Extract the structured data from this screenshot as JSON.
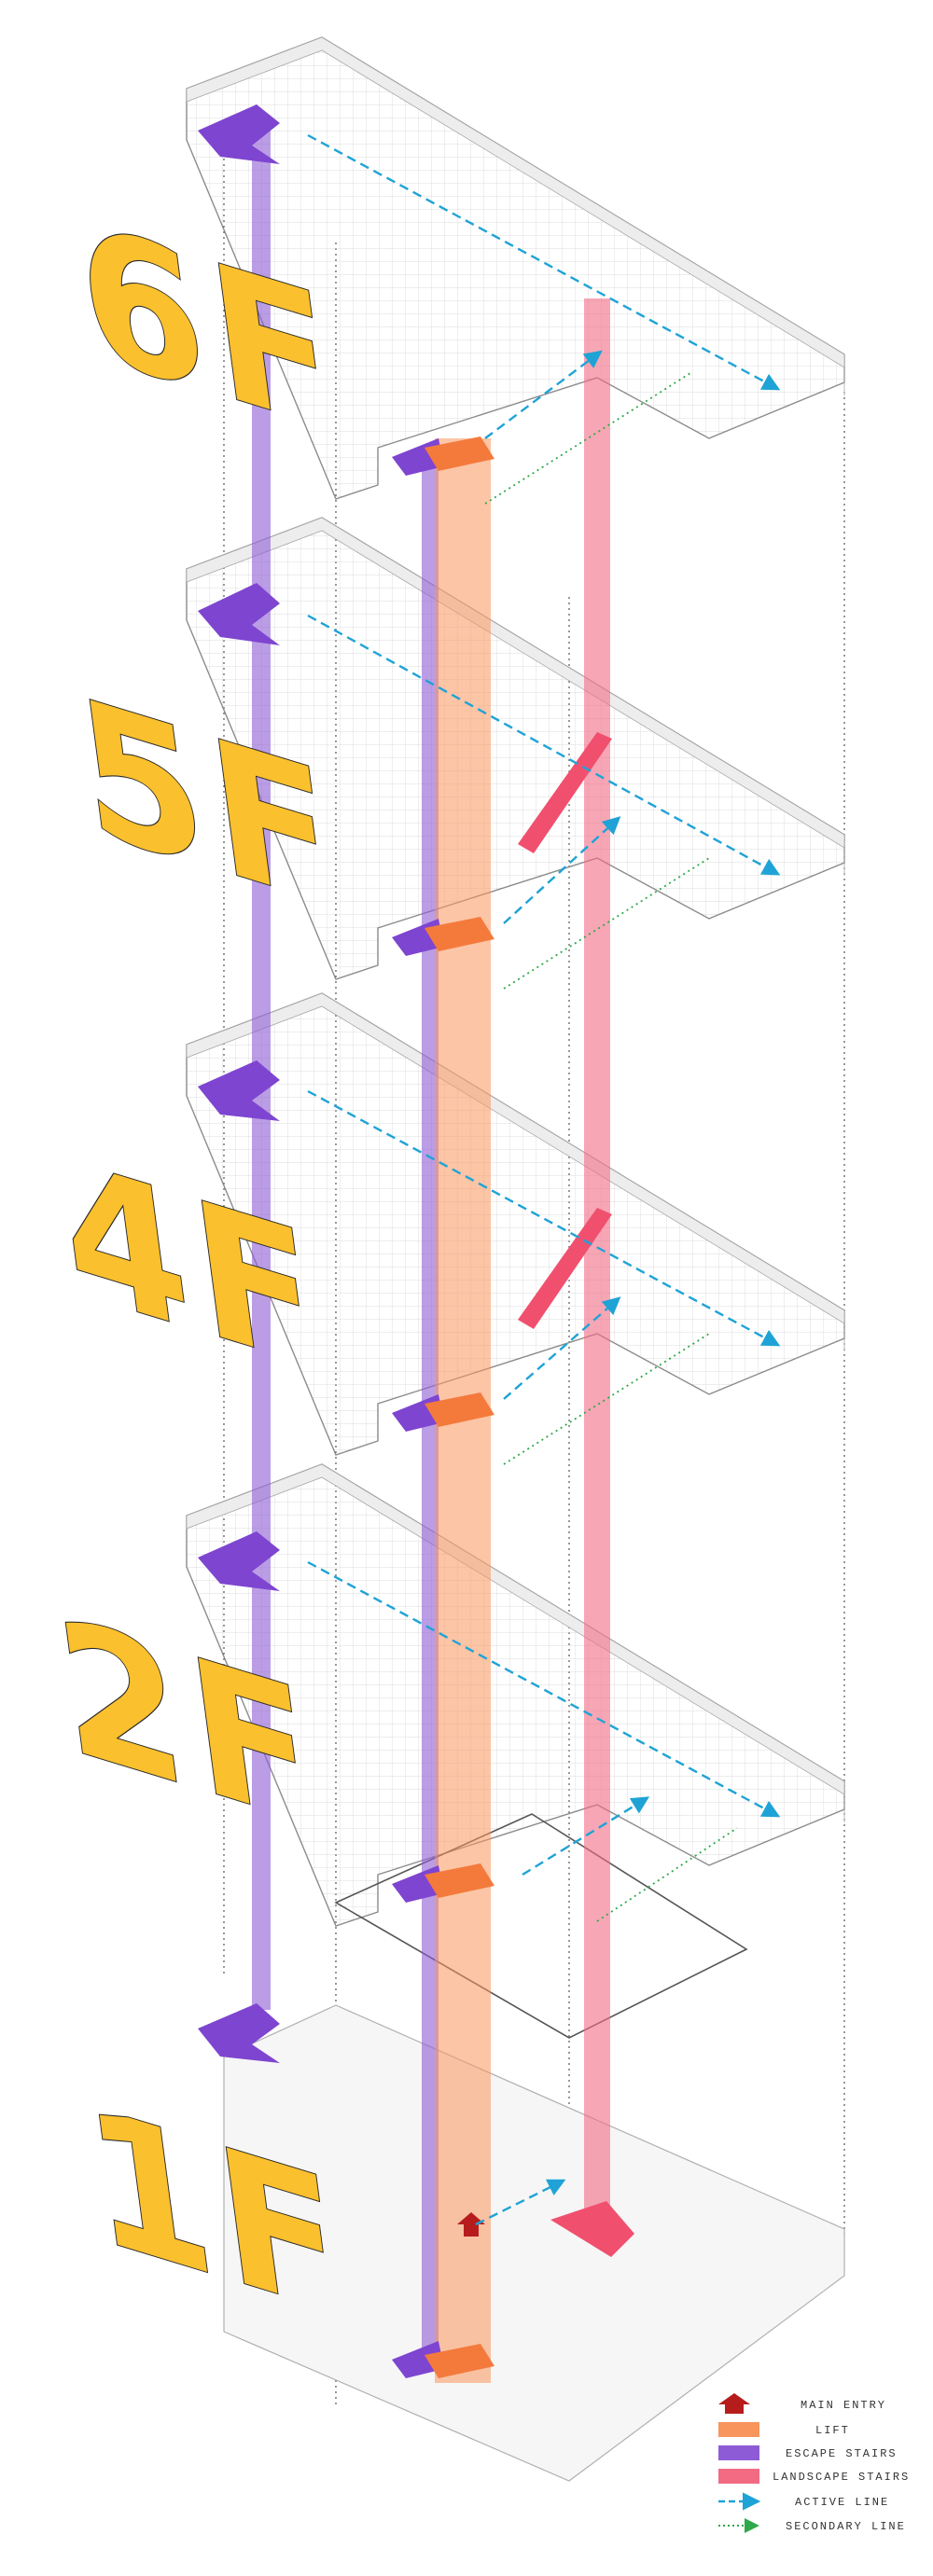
{
  "colors": {
    "main_entry": "#b71c1c",
    "lift": "#f7955c",
    "escape_stairs": "#8e5bd6",
    "landscape_stairs": "#f26b83",
    "active_line": "#1fa3d6",
    "secondary_line": "#2fa84a",
    "floor_label": "#fbc02d",
    "linework": "#9a9a9a"
  },
  "floors": [
    {
      "id": "6f",
      "label": "6F"
    },
    {
      "id": "5f",
      "label": "5F"
    },
    {
      "id": "4f",
      "label": "4F"
    },
    {
      "id": "2f",
      "label": "2F"
    },
    {
      "id": "1f",
      "label": "1F"
    }
  ],
  "legend": {
    "items": [
      {
        "id": "main-entry",
        "label": "MAIN ENTRY",
        "icon": "house-arrow-icon"
      },
      {
        "id": "lift",
        "label": "LIFT",
        "icon": "swatch-icon"
      },
      {
        "id": "escape-stairs",
        "label": "ESCAPE STAIRS",
        "icon": "swatch-icon"
      },
      {
        "id": "landscape-stairs",
        "label": "LANDSCAPE STAIRS",
        "icon": "swatch-icon"
      },
      {
        "id": "active-line",
        "label": "ACTIVE LINE",
        "icon": "dashed-arrow-icon"
      },
      {
        "id": "secondary-line",
        "label": "SECONDARY LINE",
        "icon": "dotted-arrow-icon"
      }
    ]
  }
}
